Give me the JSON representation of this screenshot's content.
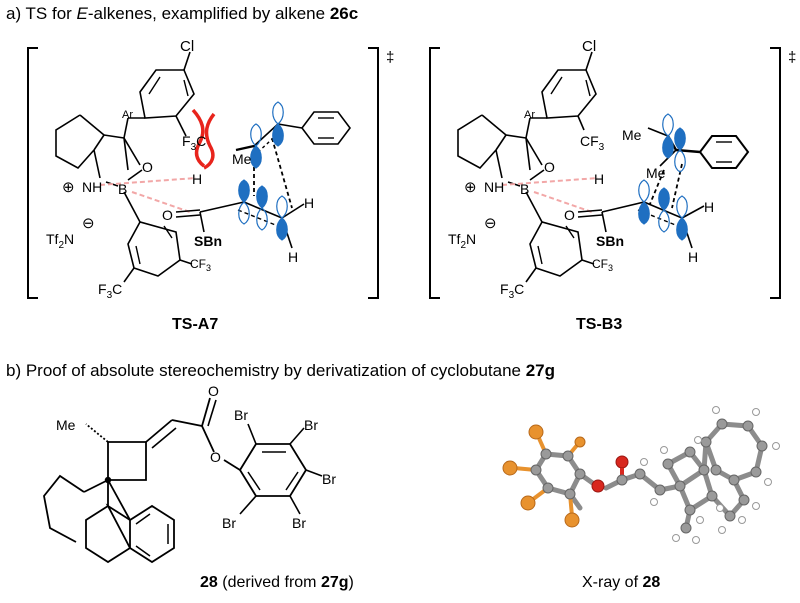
{
  "section_a": {
    "title_prefix": "a) TS for ",
    "title_italic": "E",
    "title_mid": "-alkenes, examplified by alkene ",
    "title_bold": "26c"
  },
  "ts_a7": {
    "label": "TS-A7",
    "dagger": "‡",
    "atoms": {
      "cl": "Cl",
      "ar": "Ar",
      "f3c_top": "F",
      "f3c_top_b": "C",
      "me": "Me",
      "plus": "⊕",
      "nh": "NH",
      "b": "B",
      "o_ring": "O",
      "h_bridge": "H",
      "o_carbonyl": "O",
      "sbn": "SBn",
      "minus": "⊖",
      "tf2n": "Tf",
      "tf2n_n": "N",
      "h1": "H",
      "h2": "H",
      "cf3_low": "CF",
      "f3c_low": "F",
      "f3c_low_c": "C"
    }
  },
  "ts_b3": {
    "label": "TS-B3",
    "dagger": "‡",
    "atoms": {
      "cl": "Cl",
      "ar": "Ar",
      "cf3": "CF",
      "me_top": "Me",
      "me_mid": "Me",
      "plus": "⊕",
      "nh": "NH",
      "b": "B",
      "o_ring": "O",
      "h_bridge": "H",
      "o_carbonyl": "O",
      "sbn": "SBn",
      "minus": "⊖",
      "tf2n": "Tf",
      "tf2n_n": "N",
      "h1": "H",
      "h2": "H",
      "cf3_low": "CF",
      "f3c_low": "F",
      "f3c_low_c": "C"
    }
  },
  "section_b": {
    "title_prefix": "b) Proof of absolute stereochemistry by derivatization of cyclobutane ",
    "title_bold": "27g"
  },
  "compound_28": {
    "caption_bold": "28",
    "caption_mid": " (derived from ",
    "caption_bold2": "27g",
    "caption_end": ")",
    "atoms": {
      "me": "Me",
      "o1": "O",
      "o2": "O",
      "br1": "Br",
      "br2": "Br",
      "br3": "Br",
      "br4": "Br",
      "br5": "Br"
    }
  },
  "xray": {
    "caption_prefix": "X-ray of ",
    "caption_bold": "28"
  },
  "colors": {
    "orbital_blue": "#1f6fc1",
    "clash_red": "#e8241c",
    "hbond_pink": "#f2a7a7",
    "bromine_orange": "#e8922e",
    "oxygen_red": "#d8271e",
    "carbon_grey": "#8c8c8c"
  }
}
